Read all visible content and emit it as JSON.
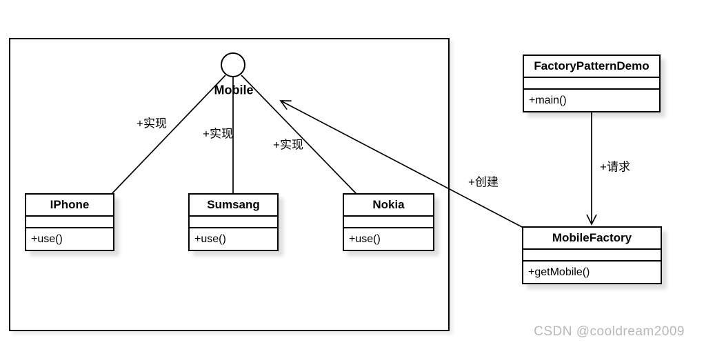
{
  "diagram": {
    "interface": {
      "name": "Mobile"
    },
    "classes": [
      {
        "name": "IPhone",
        "method": "+use()"
      },
      {
        "name": "Sumsang",
        "method": "+use()"
      },
      {
        "name": "Nokia",
        "method": "+use()"
      },
      {
        "name": "FactoryPatternDemo",
        "method": "+main()"
      },
      {
        "name": "MobileFactory",
        "method": "+getMobile()"
      }
    ],
    "edge_labels": {
      "realize_iphone": "+实现",
      "realize_sumsang": "+实现",
      "realize_nokia": "+实现",
      "create": "+创建",
      "request": "+请求"
    }
  },
  "watermark": "CSDN @cooldream2009",
  "colors": {
    "line": "#000000",
    "box_background": "#ffffff",
    "watermark": "#b8b8b8",
    "background": "#ffffff"
  }
}
